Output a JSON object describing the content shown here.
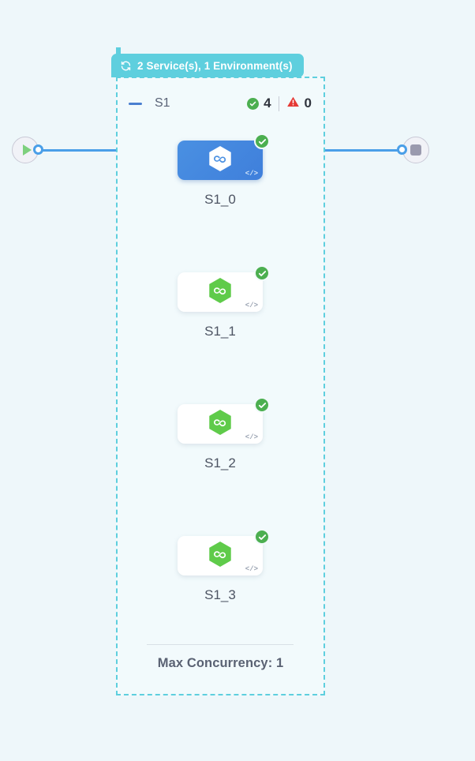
{
  "group": {
    "header": {
      "icon": "refresh-cycle-icon",
      "label": "2 Service(s), 1 Environment(s)",
      "background_color": "#5ecfde"
    },
    "service": {
      "collapse_icon": "minus-icon",
      "name": "S1",
      "counters": [
        {
          "icon": "check-circle-icon",
          "value": "4",
          "color": "#4caf50"
        },
        {
          "icon": "warning-triangle-icon",
          "value": "0",
          "color": "#e53935"
        }
      ]
    },
    "footer": {
      "max_concurrency_label": "Max Concurrency: 1"
    }
  },
  "nodes": [
    {
      "label": "S1_0",
      "selected": true,
      "logo_icon": "hexagon-infinity-icon",
      "logo_color": "#ffffff",
      "card_color": "#4a90e2",
      "status_icon": "check-circle-icon",
      "code_icon": "code-brackets-icon"
    },
    {
      "label": "S1_1",
      "selected": false,
      "logo_icon": "hexagon-infinity-icon",
      "logo_color": "#5fcb4a",
      "card_color": "#ffffff",
      "status_icon": "check-circle-icon",
      "code_icon": "code-brackets-icon"
    },
    {
      "label": "S1_2",
      "selected": false,
      "logo_icon": "hexagon-infinity-icon",
      "logo_color": "#5fcb4a",
      "card_color": "#ffffff",
      "status_icon": "check-circle-icon",
      "code_icon": "code-brackets-icon"
    },
    {
      "label": "S1_3",
      "selected": false,
      "logo_icon": "hexagon-infinity-icon",
      "logo_color": "#5fcb4a",
      "card_color": "#ffffff",
      "status_icon": "check-circle-icon",
      "code_icon": "code-brackets-icon"
    }
  ],
  "endpoints": {
    "start": {
      "icon": "play-triangle-icon",
      "color": "#7ed07e"
    },
    "end": {
      "icon": "stop-square-icon",
      "color": "#9a9aae"
    }
  },
  "canvas": {
    "background_color": "#eef7fa",
    "edge_color": "#4a9fe8"
  }
}
